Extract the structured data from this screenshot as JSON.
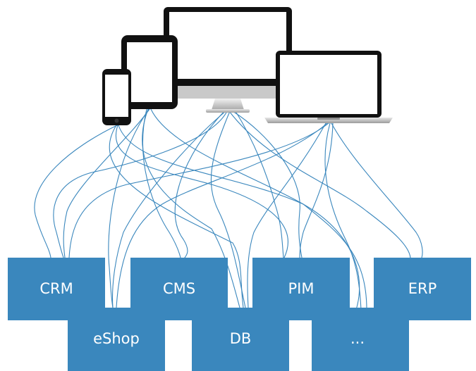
{
  "devices": [
    {
      "name": "smartphone",
      "icon": "smartphone-icon"
    },
    {
      "name": "tablet",
      "icon": "tablet-icon"
    },
    {
      "name": "desktop-monitor",
      "icon": "desktop-monitor-icon"
    },
    {
      "name": "laptop",
      "icon": "laptop-icon"
    }
  ],
  "systems": {
    "crm": "CRM",
    "cms": "CMS",
    "pim": "PIM",
    "erp": "ERP",
    "eshop": "eShop",
    "db": "DB",
    "more": "..."
  },
  "colors": {
    "box": "#3a87bd",
    "wire": "#3a87bd",
    "label": "#ffffff",
    "device_frame": "#111111",
    "screen": "#ffffff",
    "metal": "#c8c8c8"
  }
}
